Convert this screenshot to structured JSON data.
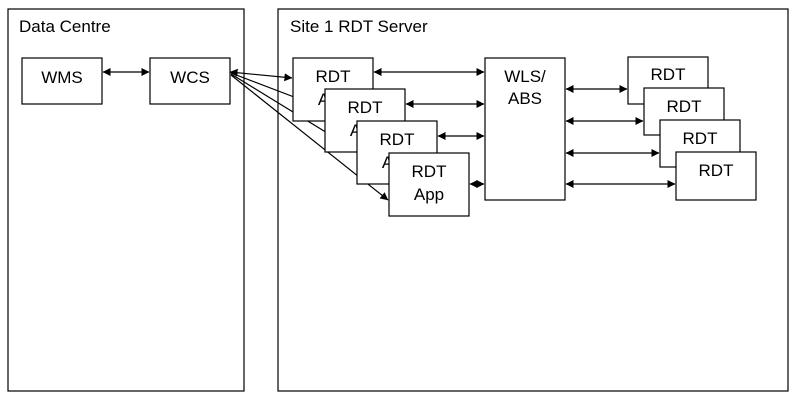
{
  "zones": {
    "data_centre": "Data Centre",
    "site": "Site 1 RDT Server"
  },
  "boxes": {
    "wms": "WMS",
    "wcs": "WCS",
    "wls": [
      "WLS/",
      "ABS"
    ],
    "rdt_app": [
      "RDT",
      "App"
    ],
    "rdt": "RDT"
  },
  "colors": {
    "line": "#000000",
    "background": "#ffffff"
  }
}
